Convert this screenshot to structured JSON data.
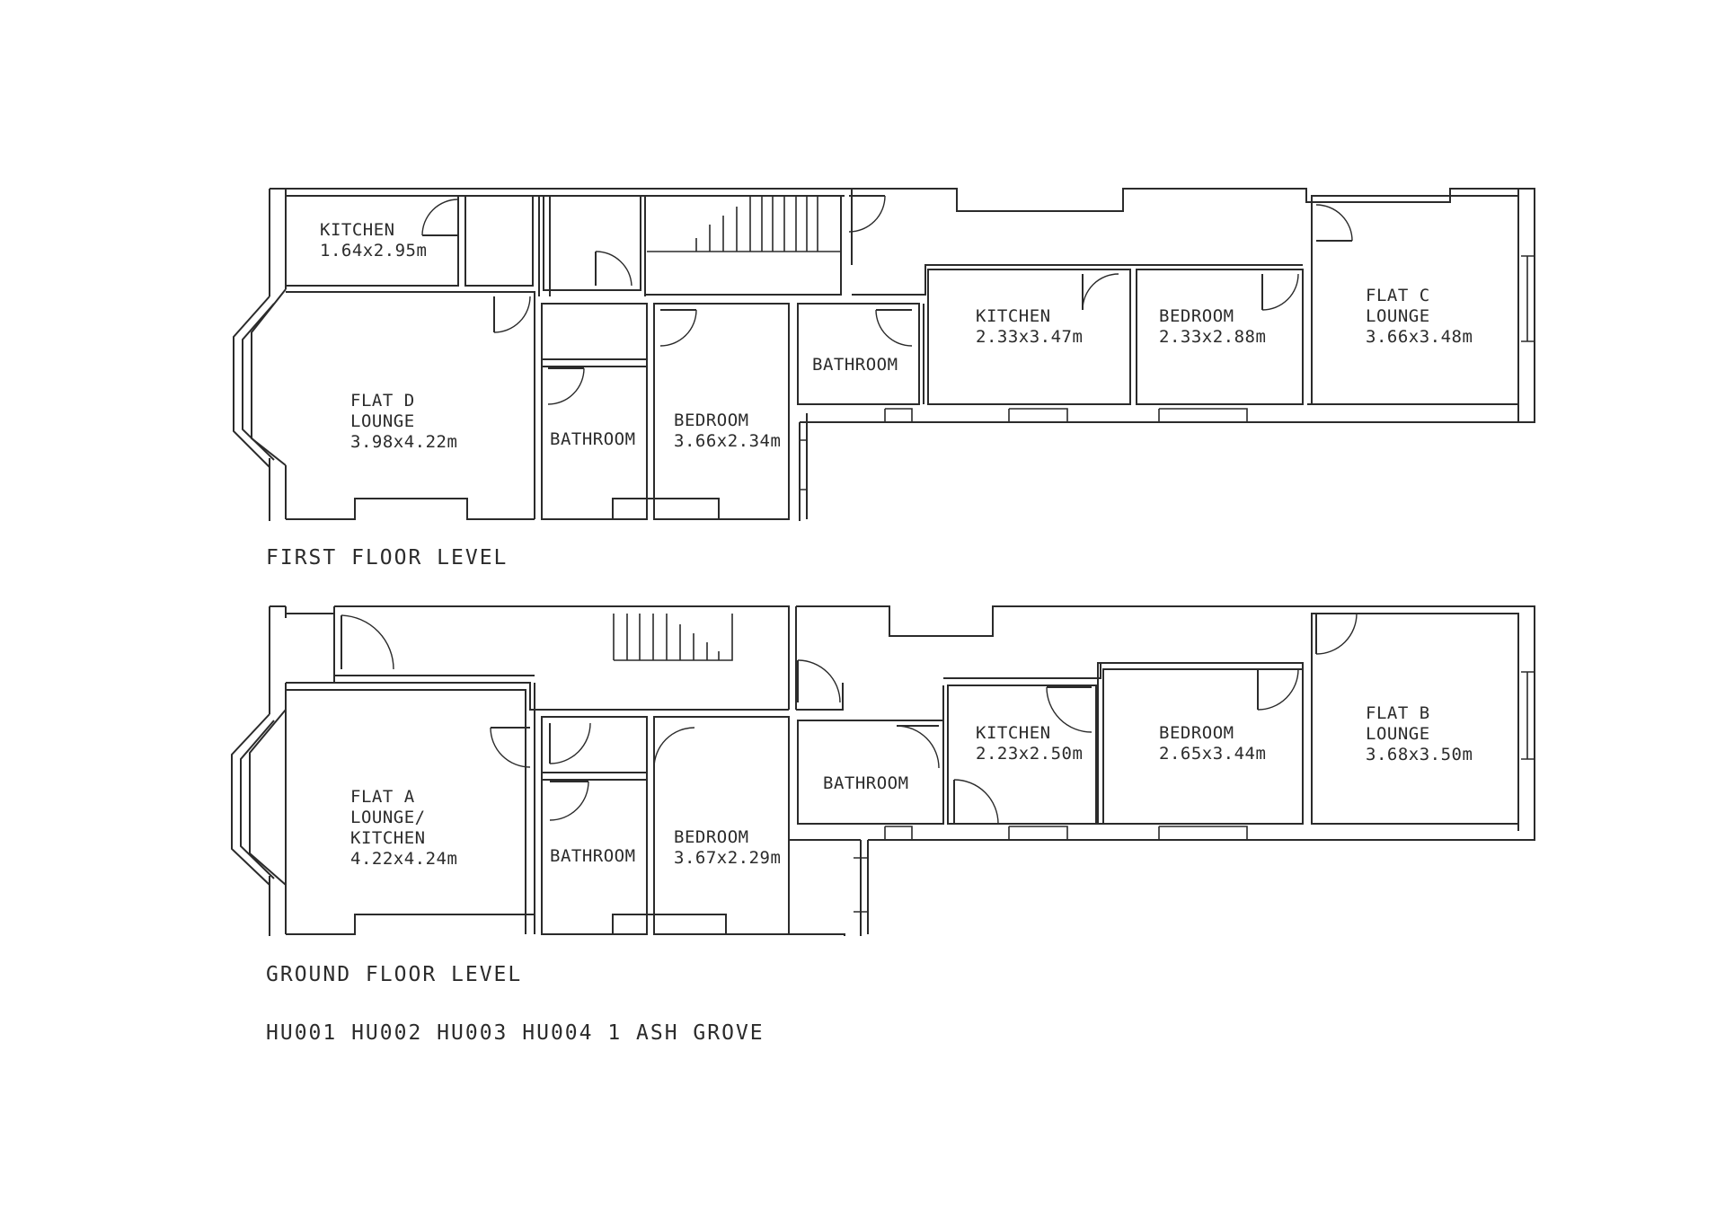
{
  "first_floor": {
    "caption": "FIRST FLOOR LEVEL",
    "rooms": {
      "kitchen_d": {
        "name": "KITCHEN",
        "size": "1.64x2.95m"
      },
      "flat_d_lounge": {
        "flat": "FLAT D",
        "name": "LOUNGE",
        "size": "3.98x4.22m"
      },
      "bathroom_d": {
        "name": "BATHROOM"
      },
      "bedroom_d": {
        "name": "BEDROOM",
        "size": "3.66x2.34m"
      },
      "bathroom_c": {
        "name": "BATHROOM"
      },
      "kitchen_c": {
        "name": "KITCHEN",
        "size": "2.33x3.47m"
      },
      "bedroom_c": {
        "name": "BEDROOM",
        "size": "2.33x2.88m"
      },
      "flat_c_lounge": {
        "flat": "FLAT C",
        "name": "LOUNGE",
        "size": "3.66x3.48m"
      }
    }
  },
  "ground_floor": {
    "caption": "GROUND FLOOR LEVEL",
    "rooms": {
      "flat_a_lounge": {
        "flat": "FLAT A",
        "name": "LOUNGE/",
        "name2": "KITCHEN",
        "size": "4.22x4.24m"
      },
      "bathroom_a": {
        "name": "BATHROOM"
      },
      "bedroom_a": {
        "name": "BEDROOM",
        "size": "3.67x2.29m"
      },
      "bathroom_b": {
        "name": "BATHROOM"
      },
      "kitchen_b": {
        "name": "KITCHEN",
        "size": "2.23x2.50m"
      },
      "bedroom_b": {
        "name": "BEDROOM",
        "size": "2.65x3.44m"
      },
      "flat_b_lounge": {
        "flat": "FLAT B",
        "name": "LOUNGE",
        "size": "3.68x3.50m"
      }
    }
  },
  "reference": "HU001 HU002 HU003 HU004 1 ASH GROVE"
}
